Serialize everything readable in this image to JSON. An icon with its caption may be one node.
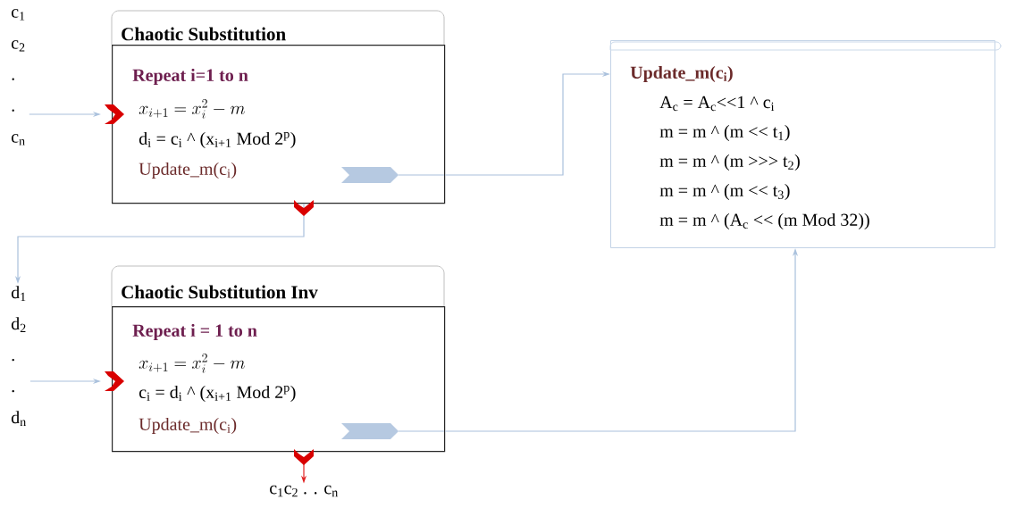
{
  "diagram": {
    "nodes": [
      {
        "text": [
          "c$_{1}$",
          "c$_{2}$",
          ".",
          ".",
          "c$_{n}$"
        ]
      },
      {
        "text": [
          "Chaotic Substitution",
          "Repeat i=1 to n",
          "x_{i+1} = x_i^2 - m",
          "d$_{i}$ = c$_{i}$ ^ (x$_{i+1}$ Mod 2$^{p}$)",
          "Update_m(c$_{i}$)"
        ]
      },
      {
        "text": [
          "Update_m(c$_{i}$)",
          "A$_{c}$ = A$_{c}$<<1 ^ c$_{i}$",
          "m = m ^ (m << t$_{1}$)",
          "m = m ^ (m >>> t$_{2}$)",
          "m = m ^ (m << t$_{3}$)",
          "m = m ^ (A$_{c}$ << (m Mod 32))"
        ]
      },
      {
        "text": [
          "d$_{1}$",
          "d$_{2}$",
          ".",
          ".",
          "d$_{n}$"
        ]
      },
      {
        "text": [
          "Chaotic Substitution Inv",
          "Repeat i = 1 to n",
          "x_{i+1} = x_i^2 - m",
          "c$_{i}$ = d$_{i}$ ^ (x$_{i+1}$ Mod 2$^{p}$)",
          "Update_m(c$_{i}$)"
        ]
      },
      {
        "text": [
          "c$_{1}$c$_{2}$ . . c$_{n}$"
        ]
      }
    ],
    "edges": [
      {
        "from": 0,
        "to": 1,
        "arrow": "to"
      },
      {
        "from": 1,
        "to": 3,
        "arrow": "to"
      },
      {
        "from": 3,
        "to": 4,
        "arrow": "to"
      },
      {
        "from": 1,
        "to": 2,
        "arrow": "to"
      },
      {
        "from": 4,
        "to": 2,
        "arrow": "to"
      },
      {
        "from": 4,
        "to": 5,
        "arrow": "to",
        "color": "#e02020"
      }
    ]
  }
}
